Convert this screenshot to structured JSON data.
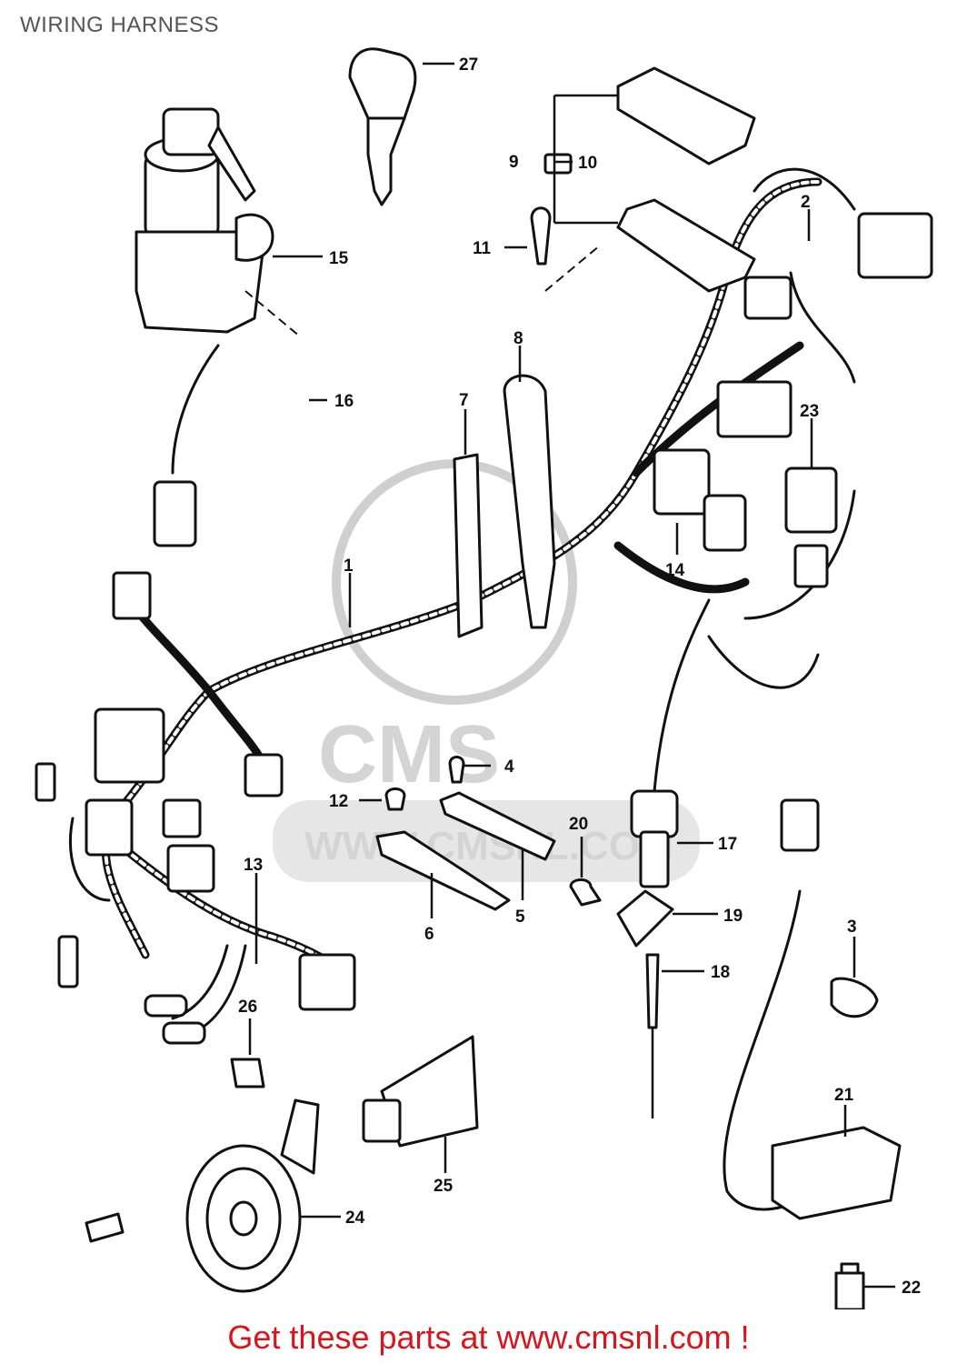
{
  "title": "WIRING HARNESS",
  "footer_link": "Get these parts at www.cmsnl.com !",
  "watermark": {
    "brand": "CMS",
    "url": "WWW.CMSNL.COM"
  },
  "callouts": [
    "1",
    "2",
    "3",
    "4",
    "5",
    "6",
    "7",
    "8",
    "8",
    "9",
    "10",
    "11",
    "12",
    "13",
    "14",
    "15",
    "16",
    "17",
    "18",
    "19",
    "20",
    "21",
    "22",
    "23",
    "24",
    "25",
    "26",
    "27"
  ],
  "colors": {
    "footer_red": "#d9141b",
    "title_gray": "#555555",
    "watermark_gray": "#d4d4d4"
  }
}
